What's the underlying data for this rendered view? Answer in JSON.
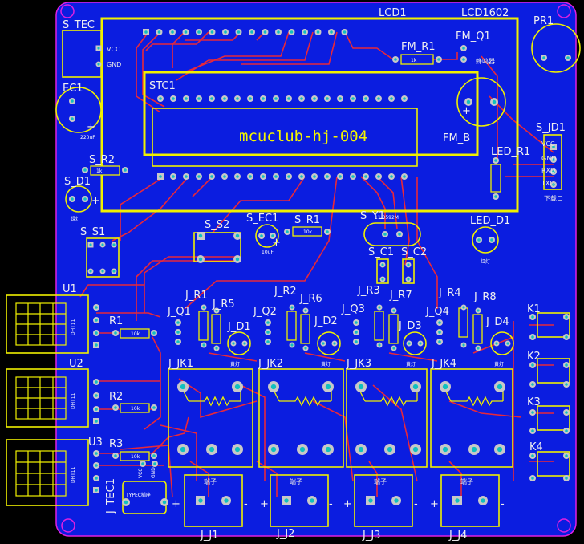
{
  "colors": {
    "board": "#0b1de0",
    "outline": "#e020e0",
    "silk": "#f0f000",
    "trace": "#e8283a",
    "pad": "#c8c8c8",
    "via": "#10c0c0",
    "text": "#f0f0f0"
  },
  "labels": {
    "s_tec": "S_TEC",
    "lcd1": "LCD1",
    "lcd1602": "LCD1602",
    "pr1": "PR1",
    "fm_r1": "FM_R1",
    "fm_q1": "FM_Q1",
    "ec1": "EC1",
    "stc1": "STC1",
    "title": "mcuclub-hj-004",
    "fm_b": "FM_B",
    "s_jd1": "S_JD1",
    "s_r2": "S_R2",
    "s_d1": "S_D1",
    "led_r1": "LED_R1",
    "s_s2": "S_S2",
    "s_ec1": "S_EC1",
    "s_r1": "S_R1",
    "s_y1": "S_Y1",
    "led_d1": "LED_D1",
    "s_s1": "S_S1",
    "s_c1": "S_C1",
    "s_c2": "S_C2",
    "u1": "U1",
    "u2": "U2",
    "u3": "U3",
    "r1": "R1",
    "r2": "R2",
    "r3": "R3",
    "j_r1": "J_R1",
    "j_q1": "J_Q1",
    "j_r5": "J_R5",
    "j_d1": "J_D1",
    "j_r2": "J_R2",
    "j_q2": "J_Q2",
    "j_r6": "J_R6",
    "j_d2": "J_D2",
    "j_r3": "J_R3",
    "j_q3": "J_Q3",
    "j_r7": "J_R7",
    "j_d3": "J_D3",
    "j_r4": "J_R4",
    "j_q4": "J_Q4",
    "j_r8": "J_R8",
    "j_d4": "J_D4",
    "j_jk1": "J_JK1",
    "j_jk2": "J_JK2",
    "j_jk3": "J_JK3",
    "j_jk4": "J_JK4",
    "k1": "K1",
    "k2": "K2",
    "k3": "K3",
    "k4": "K4",
    "j_tec1": "J_TEC1",
    "j_j1": "J_J1",
    "j_j2": "J_J2",
    "j_j3": "J_J3",
    "j_j4": "J_J4"
  },
  "small": {
    "vcc": "VCC",
    "gnd": "GND",
    "rxd": "RXD",
    "txd": "TXD",
    "download": "下载口",
    "buzzer": "蜂鸣器",
    "cap_220": "220uF",
    "cap_10": "10uF",
    "crystal": "11.0592M",
    "r1k": "1k",
    "r10k": "10k",
    "green_led": "绿灯",
    "red_led": "红灯",
    "yellow_led": "黄灯",
    "terminal": "端子",
    "type_c": "TYPEC插座",
    "plus": "+",
    "minus": "-",
    "dht11": "DHT11"
  }
}
